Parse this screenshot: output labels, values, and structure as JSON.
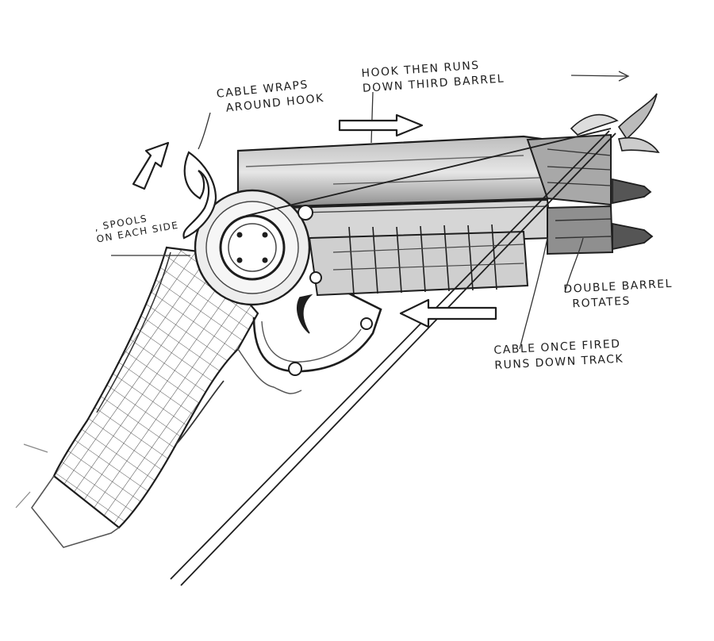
{
  "annotations": {
    "cable_wraps": [
      "CABLE WRAPS",
      "AROUND HOOK"
    ],
    "hook_then_runs": [
      "HOOK THEN RUNS",
      "DOWN THIRD BARREL"
    ],
    "spools": [
      ", SPOOLS",
      "ON EACH SIDE"
    ],
    "double_barrel": [
      "DOUBLE BARREL",
      "ROTATES"
    ],
    "cable_once_fired": [
      "CABLE ONCE FIRED",
      "RUNS DOWN TRACK"
    ]
  },
  "colors": {
    "ink": "#1e1e1e",
    "graphite": "#555555",
    "paper": "#ffffff"
  }
}
